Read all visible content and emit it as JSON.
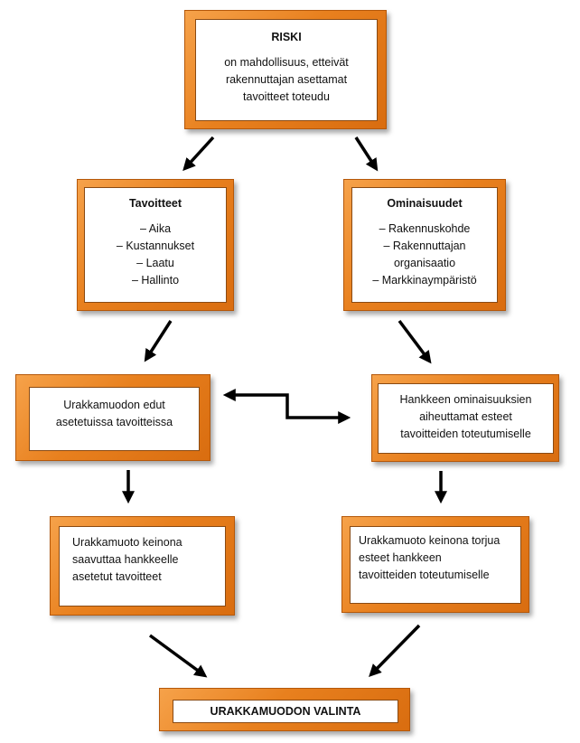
{
  "riski": {
    "title": "RISKI",
    "lines": [
      "on mahdollisuus, etteivät",
      "rakennuttajan asettamat",
      "tavoitteet toteudu"
    ]
  },
  "tavoitteet": {
    "title": "Tavoitteet",
    "items": [
      "– Aika",
      "– Kustannukset",
      "– Laatu",
      "– Hallinto"
    ]
  },
  "ominaisuudet": {
    "title": "Ominaisuudet",
    "items": [
      "– Rakennuskohde",
      "– Rakennuttajan",
      "organisaatio",
      "– Markkinaympäristö"
    ]
  },
  "edut": {
    "lines": [
      "Urakkamuodon edut",
      "asetetuissa tavoitteissa"
    ]
  },
  "esteet": {
    "lines": [
      "Hankkeen ominaisuuksien",
      "aiheuttamat esteet",
      "tavoitteiden toteutumiselle"
    ]
  },
  "keino_saavuttaa": {
    "lines": [
      "Urakkamuoto keinona",
      "saavuttaa hankkeelle",
      "asetetut tavoitteet"
    ]
  },
  "keino_torjua": {
    "lines": [
      "Urakkamuoto keinona torjua",
      "esteet hankkeen",
      "tavoitteiden toteutumiselle"
    ]
  },
  "valinta": {
    "title": "URAKKAMUODON VALINTA"
  },
  "colors": {
    "box_orange": "#e8801e",
    "box_border": "#b5580a",
    "arrow": "#000000"
  }
}
